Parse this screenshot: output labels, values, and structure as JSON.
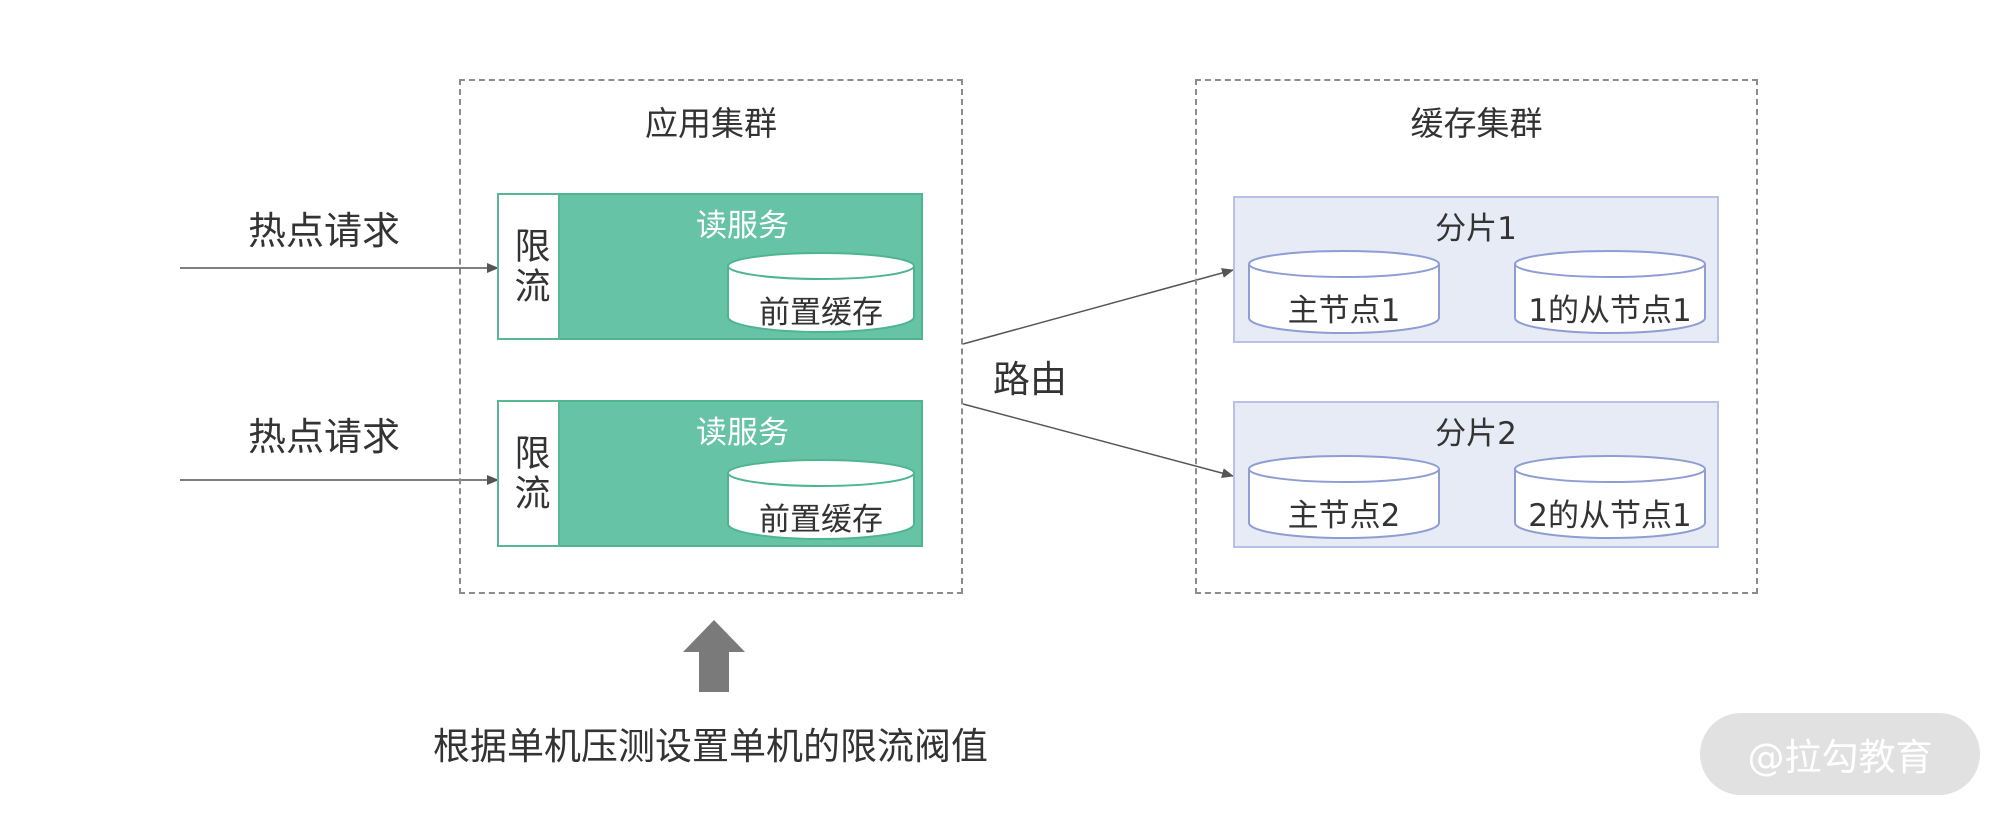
{
  "incoming_requests": [
    {
      "label": "热点请求"
    },
    {
      "label": "热点请求"
    }
  ],
  "app_cluster": {
    "title": "应用集群",
    "services": [
      {
        "title": "读服务",
        "limiter": "限流",
        "cache": "前置缓存"
      },
      {
        "title": "读服务",
        "limiter": "限流",
        "cache": "前置缓存"
      }
    ]
  },
  "route_label": "路由",
  "cache_cluster": {
    "title": "缓存集群",
    "shards": [
      {
        "title": "分片1",
        "master": "主节点1",
        "slave": "1的从节点1"
      },
      {
        "title": "分片2",
        "master": "主节点2",
        "slave": "2的从节点1"
      }
    ]
  },
  "bottom_note": "根据单机压测设置单机的限流阀值",
  "watermark": "@拉勾教育",
  "colors": {
    "service_fill": "#67c3a5",
    "shard_fill": "#e7ebf5",
    "shard_border": "#b7c2e6",
    "arrow": "#555555",
    "up_arrow": "#7a7a7a"
  }
}
